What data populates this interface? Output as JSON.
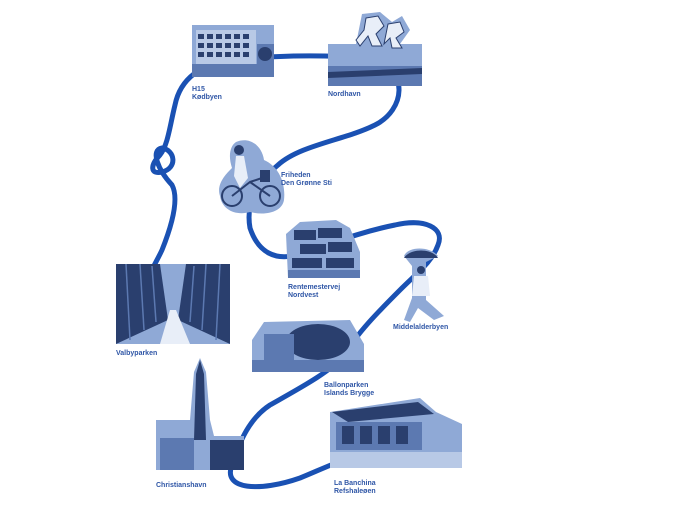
{
  "colors": {
    "route": "#1a51b3",
    "photo_bg": "#8fa9d6",
    "photo_dark": "#2a3f6e",
    "photo_mid": "#5c79b1",
    "label": "#2f56a6"
  },
  "locations": [
    {
      "id": "h15-kodbyen",
      "lines": [
        "H15",
        "Kødbyen"
      ],
      "photo": "building-photo"
    },
    {
      "id": "nordhavn",
      "lines": [
        "Nordhavn"
      ],
      "photo": "sculpture-photo"
    },
    {
      "id": "friheden",
      "lines": [
        "Friheden",
        "Den Grønne Sti"
      ],
      "photo": "cyclist-photo"
    },
    {
      "id": "rentemestervej",
      "lines": [
        "Rentemestervej",
        "Nordvest"
      ],
      "photo": "container-building-photo"
    },
    {
      "id": "middelalderbyen",
      "lines": [
        "Middelalderbyen"
      ],
      "photo": "umbrella-walker-photo"
    },
    {
      "id": "valbyparken",
      "lines": [
        "Valbyparken"
      ],
      "photo": "tree-avenue-photo"
    },
    {
      "id": "ballonparken",
      "lines": [
        "Ballonparken",
        "Islands Brygge"
      ],
      "photo": "balloon-pavilion-photo"
    },
    {
      "id": "christianshavn",
      "lines": [
        "Christianshavn"
      ],
      "photo": "church-spire-photo"
    },
    {
      "id": "la-banchina",
      "lines": [
        "La Banchina",
        "Refshaleøen"
      ],
      "photo": "harbour-kiosk-photo"
    }
  ]
}
